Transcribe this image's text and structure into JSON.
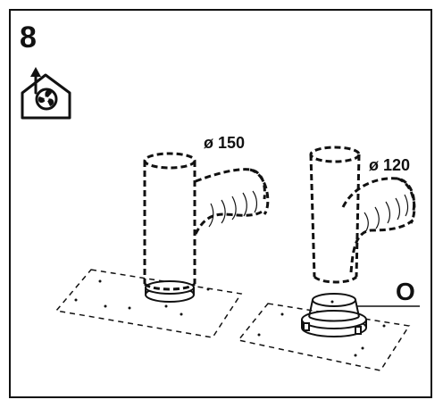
{
  "step": {
    "number": "8",
    "icon": "house-fan-exhaust-icon"
  },
  "left_assembly": {
    "diameter_label": "ø 150",
    "icon": "flexible-duct-elbow-150"
  },
  "right_assembly": {
    "diameter_label": "ø 120",
    "icon": "flexible-duct-elbow-120"
  },
  "callout": {
    "label": "O",
    "target": "reducer-collar"
  },
  "colors": {
    "line": "#111111",
    "background": "#ffffff"
  }
}
